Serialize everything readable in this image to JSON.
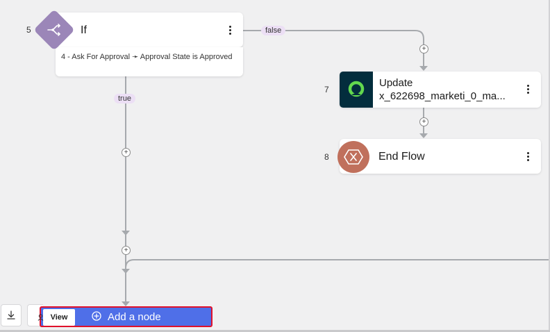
{
  "if_node": {
    "number": "5",
    "title": "If",
    "condition": "4 - Ask For Approval ➛ Approval State is Approved",
    "icon": "branch-icon",
    "icon_color": "#9b86b8"
  },
  "branches": {
    "false_label": "false",
    "true_label": "true"
  },
  "update_node": {
    "number": "7",
    "title_line1": "Update",
    "title_line2": "x_622698_marketi_0_ma...",
    "icon": "servicenow-icon",
    "icon_color": "#032d3d"
  },
  "end_node": {
    "number": "8",
    "title": "End Flow",
    "icon": "stop-icon",
    "icon_color": "#c0705c"
  },
  "insert_glyph": "+",
  "toolbar": {
    "view_label": "View",
    "add_node_label": "Add a node",
    "add_node_color": "#4f6fe8",
    "highlight_color": "#e0112b"
  }
}
